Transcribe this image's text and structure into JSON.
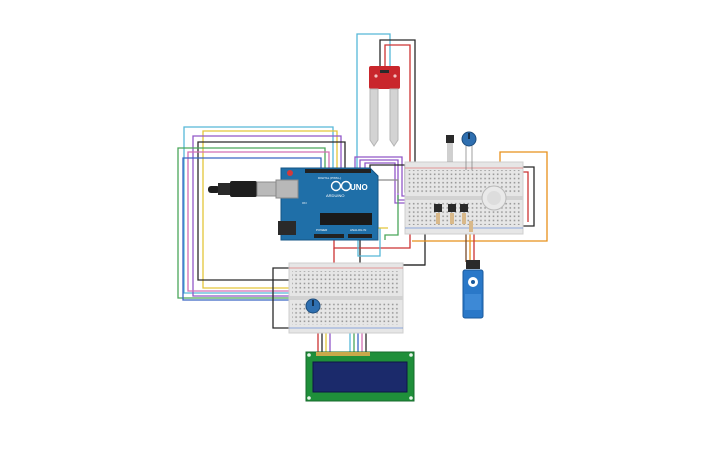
{
  "arduino": {
    "model_label": "UNO",
    "brand_label": "ARDUINO",
    "digital_label": "DIGITAL (PWM~)",
    "power_label": "POWER",
    "analog_label": "ANALOG IN",
    "on_label": "ON"
  },
  "colors": {
    "board_blue": "#1f6fa8",
    "breadboard": "#e6e6e6",
    "sensor_red": "#c9262c",
    "lcd_green": "#1f8f3a",
    "lcd_screen": "#1b2a6b",
    "servo_blue": "#2a78c8",
    "knob_blue": "#2f6fb0"
  },
  "components": {
    "moisture_sensor": "soil-moisture-sensor",
    "pot_top": "potentiometer",
    "pot_bottom": "potentiometer",
    "temp_sensor": "temperature-sensor",
    "buzzer": "piezo-buzzer",
    "servo": "micro-servo",
    "lcd": "lcd-16x2",
    "usb": "usb-cable"
  }
}
